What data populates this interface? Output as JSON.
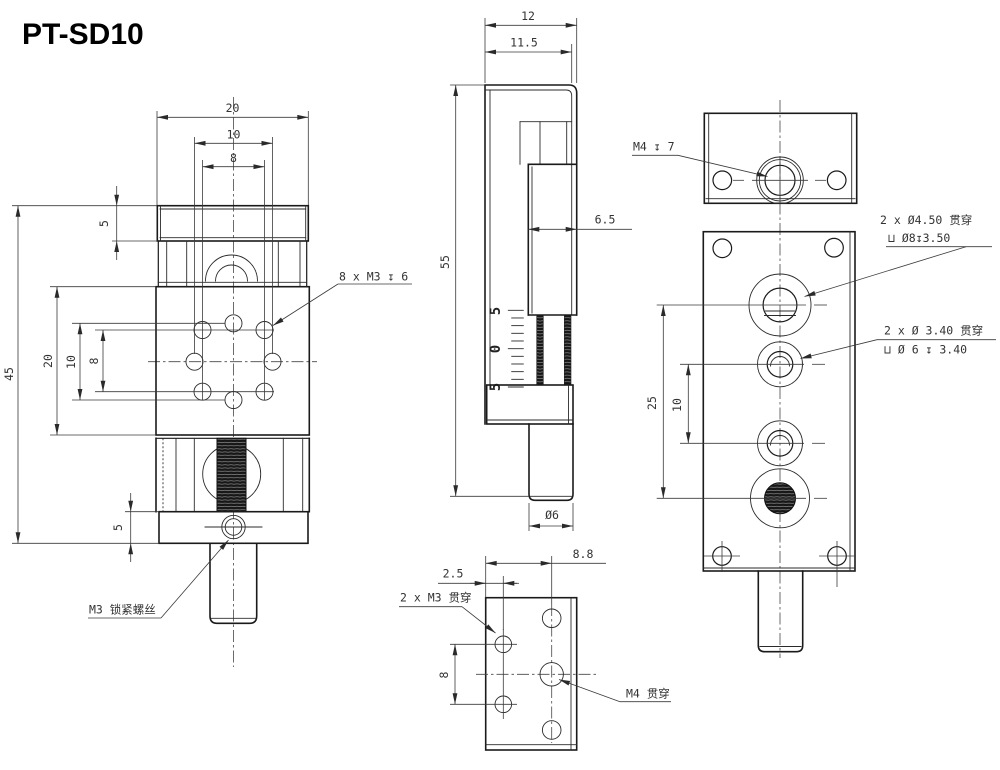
{
  "title": "PT-SD10",
  "front_view": {
    "width_20": "20",
    "pitch_10": "10",
    "pitch_8": "8",
    "height_45": "45",
    "height_20": "20",
    "height_10": "10",
    "height_8": "8",
    "plate_5": "5",
    "base_5": "5",
    "holes_callout": "8 x M3 ↧ 6",
    "lock_callout": "M3 锁紧螺丝"
  },
  "side_view": {
    "width_12": "12",
    "width_11_5": "11.5",
    "height_55": "55",
    "slider_6_5": "6.5",
    "knob_dia": "Ø6",
    "scale": [
      "5",
      "0",
      "5"
    ]
  },
  "bottom_view": {
    "offset_8_8": "8.8",
    "offset_2_5": "2.5",
    "pitch_8": "8",
    "m3_callout": "2 x M3 贯穿",
    "m4_callout": "M4 贯穿"
  },
  "rear_view": {
    "pitch_25": "25",
    "pitch_10": "10",
    "m4_callout": "M4 ↧ 7",
    "cb1_line1": "2 x Ø4.50 贯穿",
    "cb1_line2": "⊔ Ø8↧3.50",
    "cb2_line1": "2 x Ø 3.40 贯穿",
    "cb2_line2": "⊔ Ø 6 ↧ 3.40"
  }
}
